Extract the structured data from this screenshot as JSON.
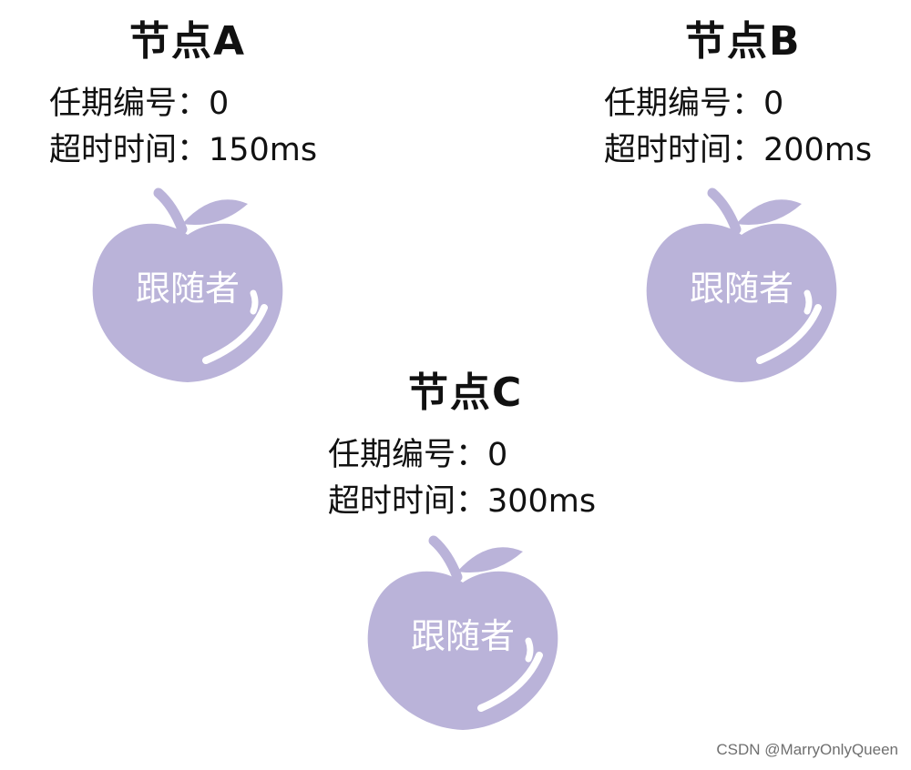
{
  "colors": {
    "apple_fill": "#bab3d9",
    "highlight": "#ffffff",
    "text": "#111111"
  },
  "nodes": [
    {
      "title": "节点A",
      "term_line": "任期编号：0",
      "timeout_line": "超时时间：150ms",
      "role": "跟随者"
    },
    {
      "title": "节点B",
      "term_line": "任期编号：0",
      "timeout_line": "超时时间：200ms",
      "role": "跟随者"
    },
    {
      "title": "节点C",
      "term_line": "任期编号：0",
      "timeout_line": "超时时间：300ms",
      "role": "跟随者"
    }
  ],
  "watermark": "CSDN @MarryOnlyQueen"
}
